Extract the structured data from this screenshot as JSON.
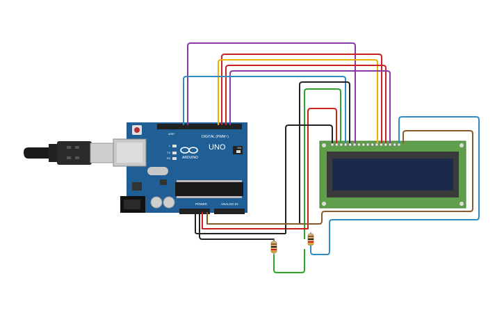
{
  "arduino": {
    "brand_label": "UNO",
    "logo_text": "ARDUINO",
    "digital_header_label": "DIGITAL (PWM~)",
    "power_label": "POWER",
    "analog_label": "ANALOG IN",
    "aref_label": "AREF",
    "led_labels": [
      "L",
      "TX",
      "RX"
    ],
    "on_label": "ON"
  },
  "lcd": {
    "type": "16x2 character LCD",
    "pin_count": 16
  },
  "resistors": {
    "count": 2
  },
  "colors": {
    "board": "#1f5f96",
    "lcd_pcb": "#5f9e4a",
    "lcd_screen": "#1b2a4a",
    "wire_purple": "#8a3aa0",
    "wire_red": "#cc1f1f",
    "wire_yellow": "#e8b400",
    "wire_blue": "#2f8cbf",
    "wire_black": "#222222",
    "wire_green": "#2aa52a",
    "wire_brown": "#8a5a2b"
  }
}
